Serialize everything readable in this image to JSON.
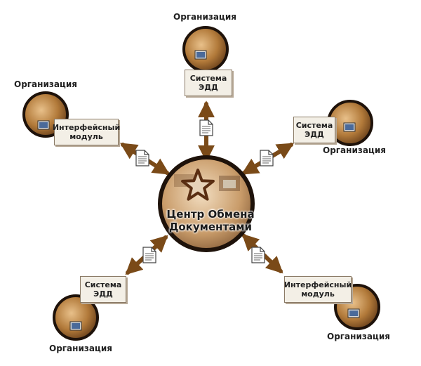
{
  "center": {
    "title_line1": "Центр Обмена",
    "title_line2": "Документами",
    "icon": "star-icon"
  },
  "nodes": [
    {
      "org_label": "Организация",
      "module_line1": "Система",
      "module_line2": "ЭДД"
    },
    {
      "org_label": "Организация",
      "module_line1": "Система",
      "module_line2": "ЭДД"
    },
    {
      "org_label": "Организация",
      "module_line1": "Интерфейсный",
      "module_line2": "модуль"
    },
    {
      "org_label": "Организация",
      "module_line1": "Система",
      "module_line2": "ЭДД"
    },
    {
      "org_label": "Организация",
      "module_line1": "Интерфейсный",
      "module_line2": "модуль"
    }
  ],
  "colors": {
    "arrow": "#7a4a18",
    "circle_border": "#2a1a0c",
    "photo_tone": "#c08a4a",
    "box_bg": "#f3efe6"
  },
  "document_icon": "document-icon"
}
